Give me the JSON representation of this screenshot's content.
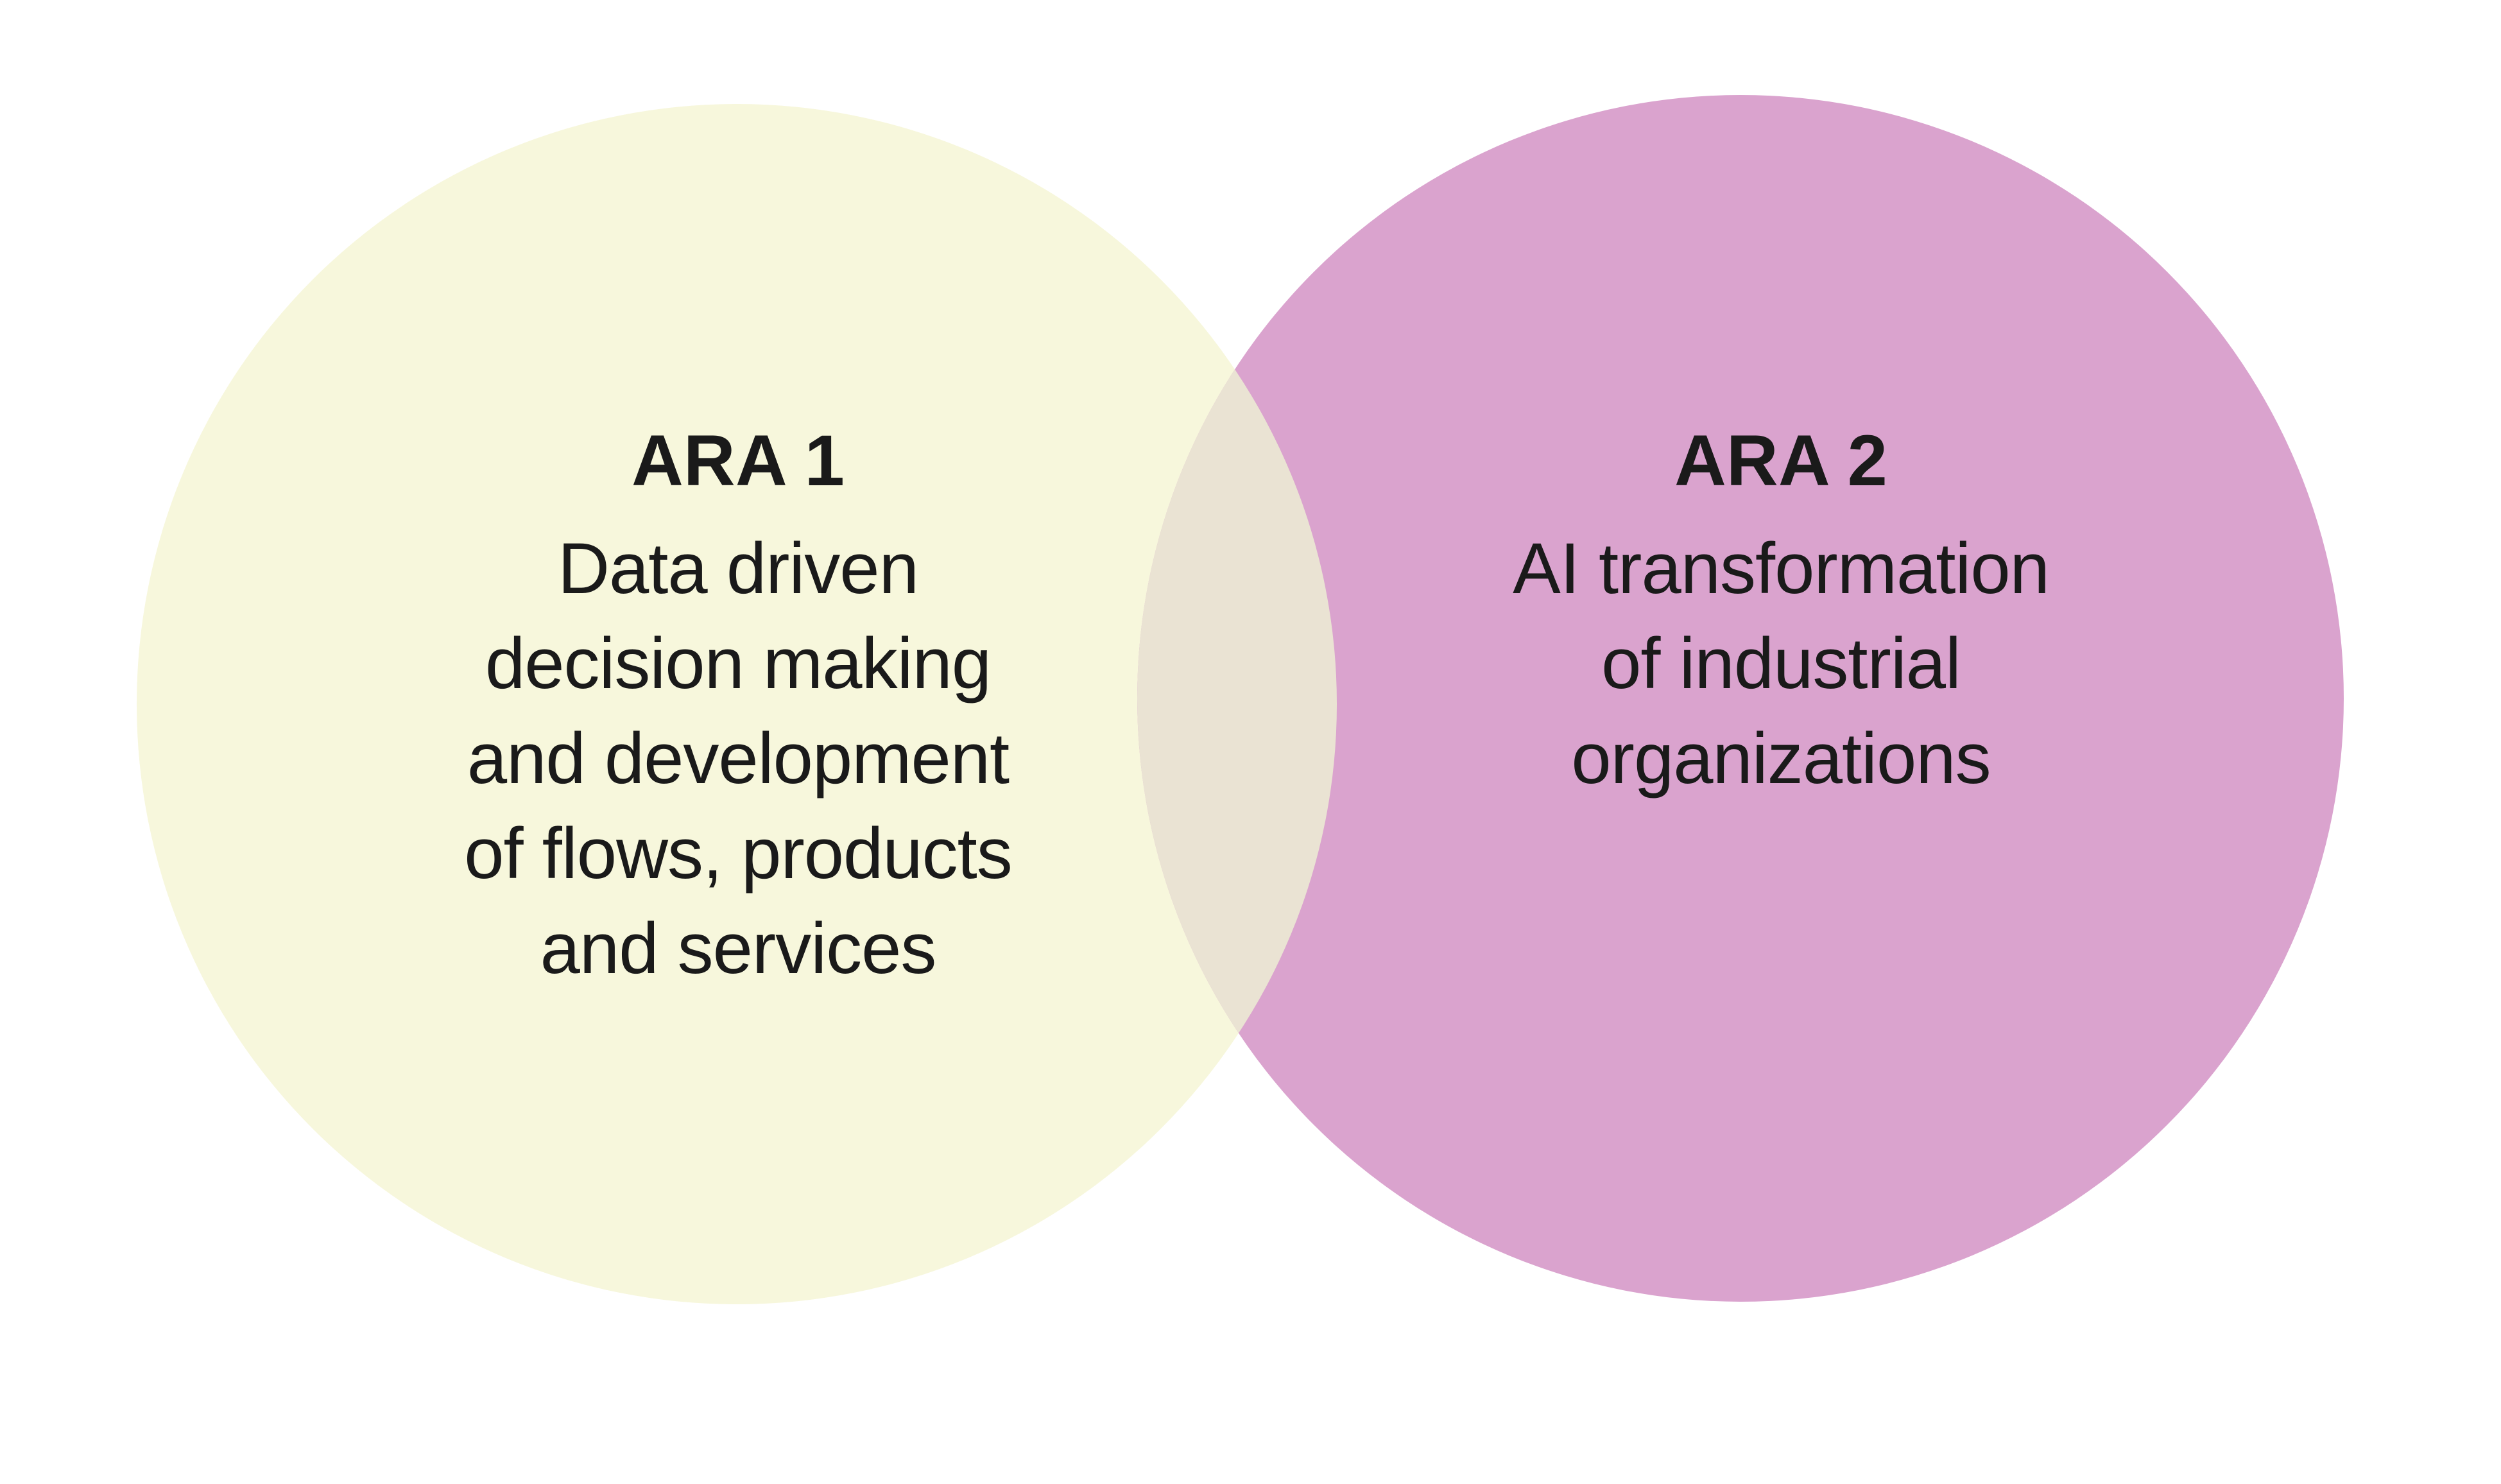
{
  "venn": {
    "background_color": "#ffffff",
    "text_color": "#1a1a1a",
    "left": {
      "title": "ARA 1",
      "lines": [
        "Data driven",
        "decision making",
        "and development",
        "of flows, products",
        "and services"
      ],
      "color": "#f7f7dc"
    },
    "right": {
      "title": "ARA 2",
      "lines": [
        "AI transformation",
        "of industrial",
        "organizations"
      ],
      "color": "#daa3ce"
    },
    "overlap_color": "#eae3d3"
  }
}
